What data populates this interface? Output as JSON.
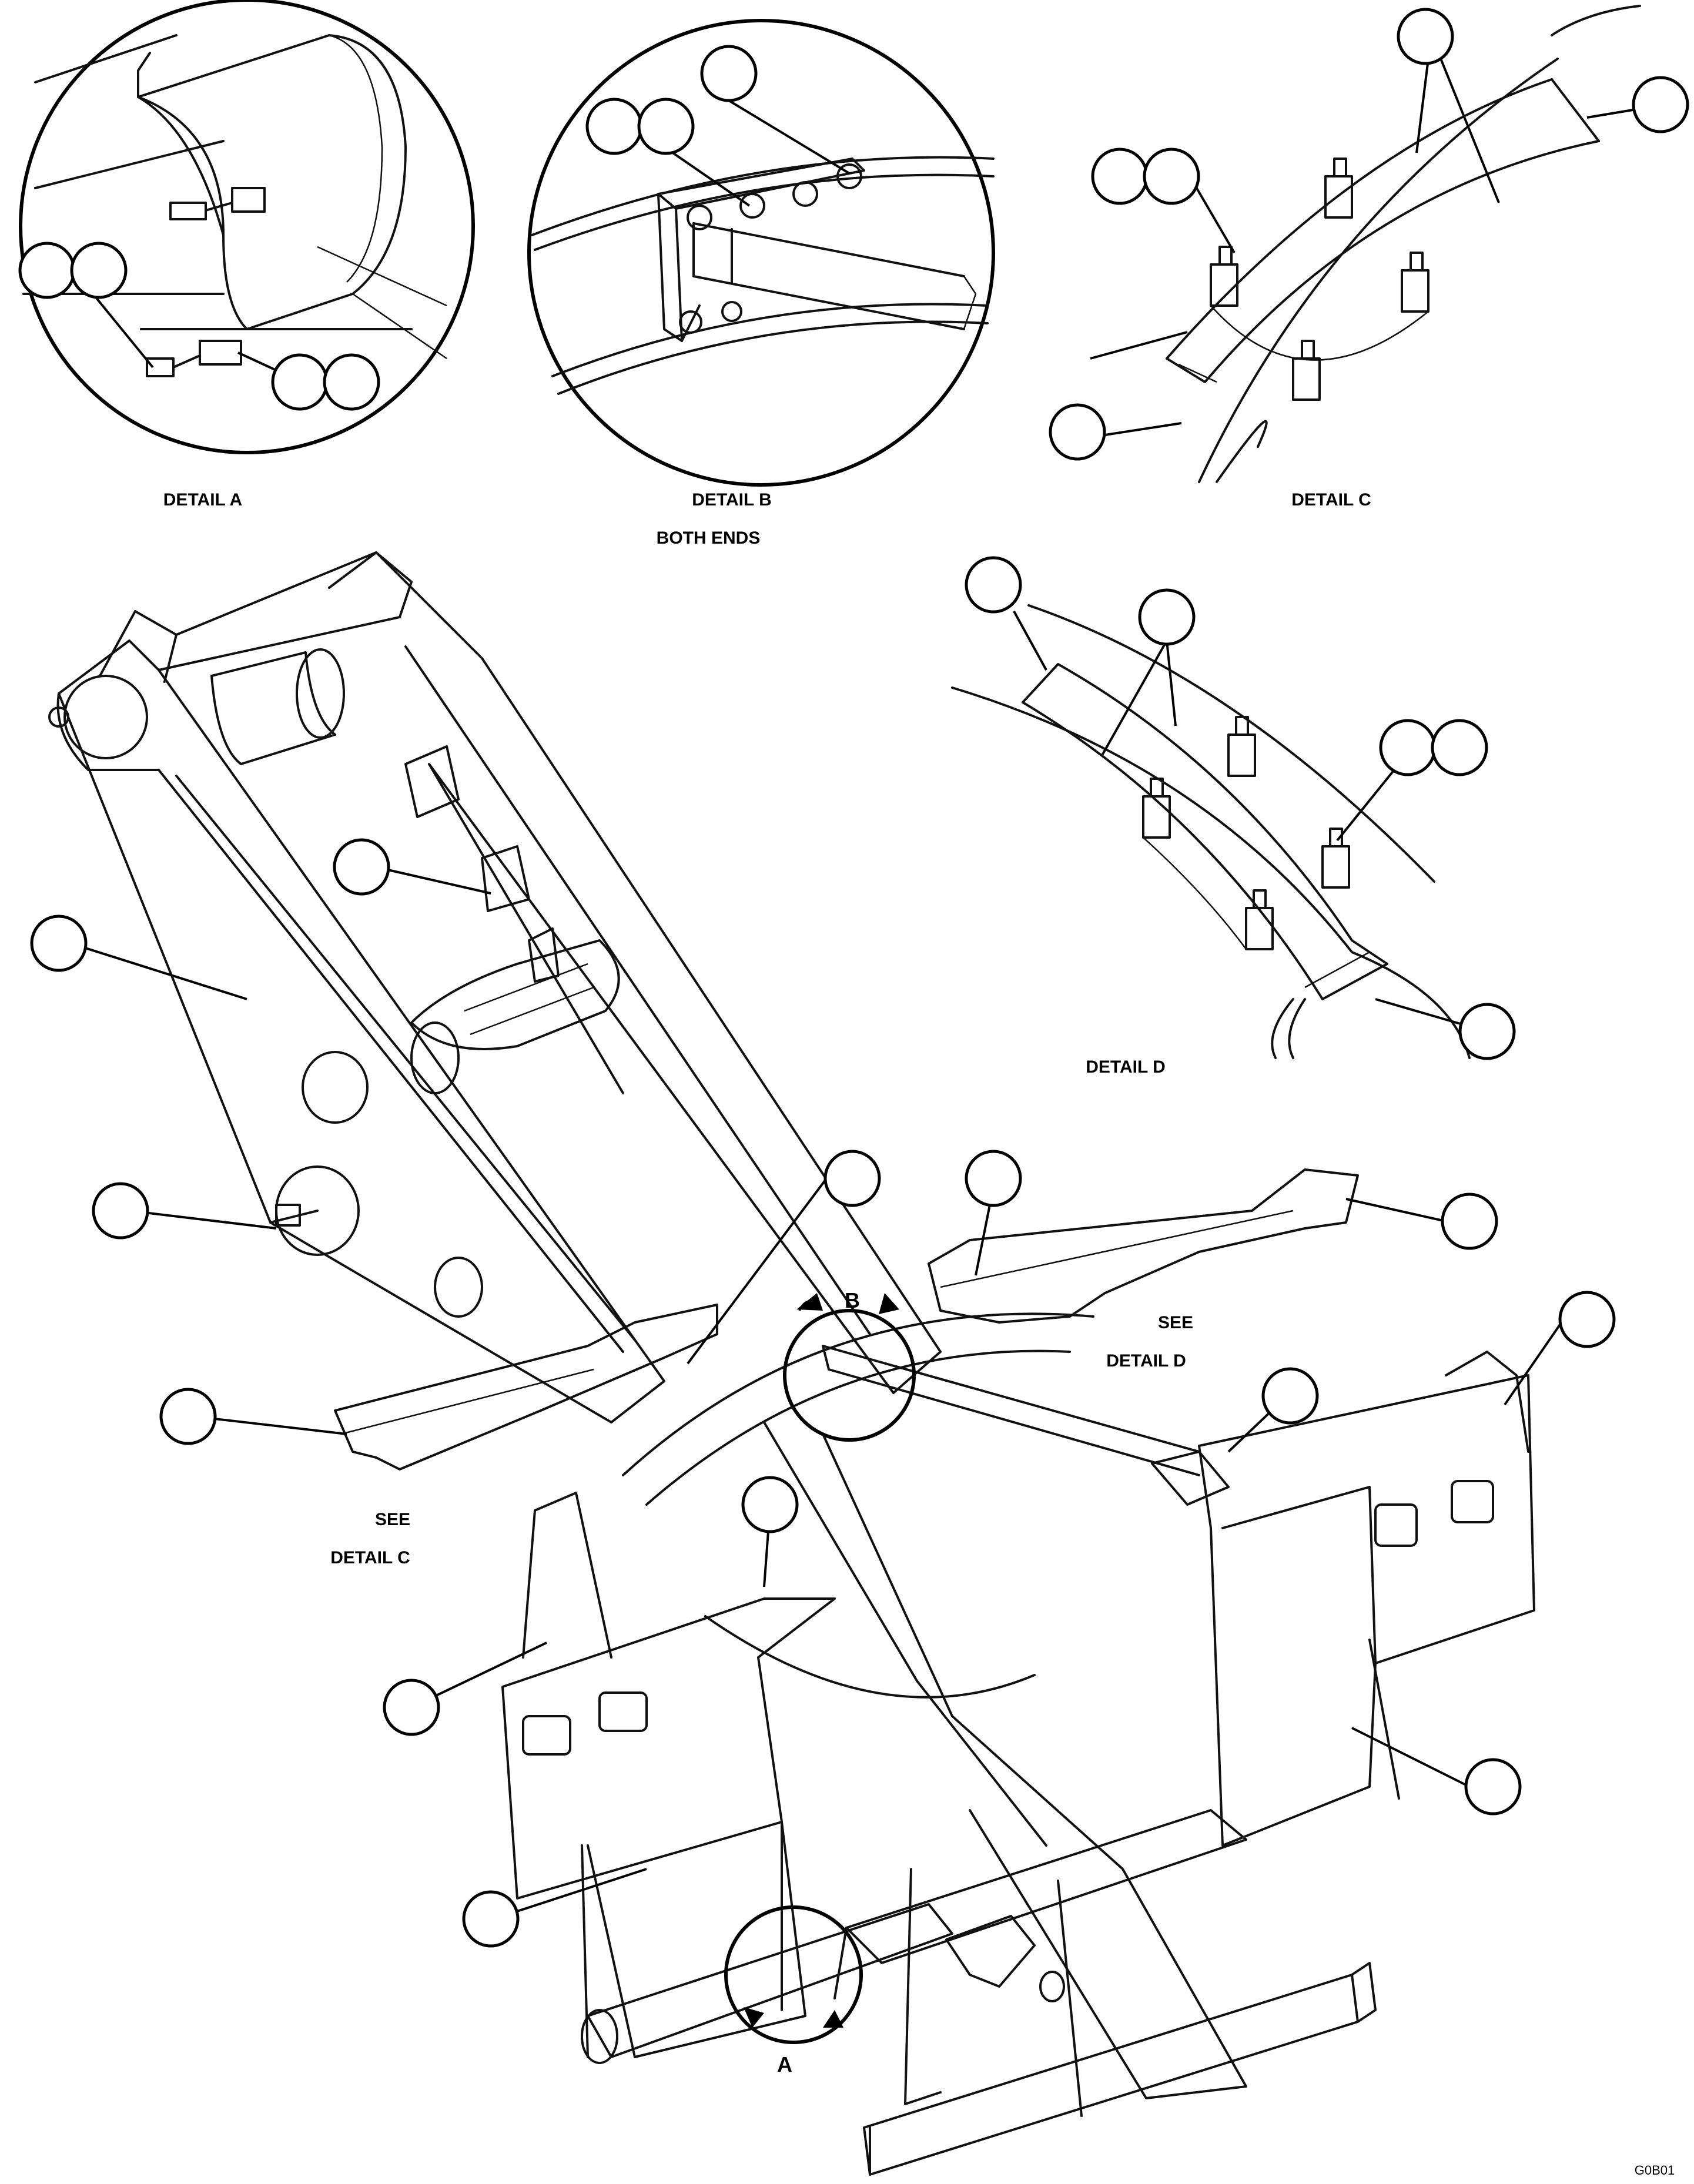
{
  "labels": {
    "detail_a": "DETAIL A",
    "detail_b": "DETAIL B",
    "detail_b_sub": "BOTH ENDS",
    "detail_c": "DETAIL C",
    "detail_d": "DETAIL D",
    "see_1": "SEE",
    "see_detail_d": "DETAIL D",
    "see_2": "SEE",
    "see_detail_c": "DETAIL C",
    "marker_a": "A",
    "marker_b": "B",
    "drawing_number": "G0B01"
  }
}
